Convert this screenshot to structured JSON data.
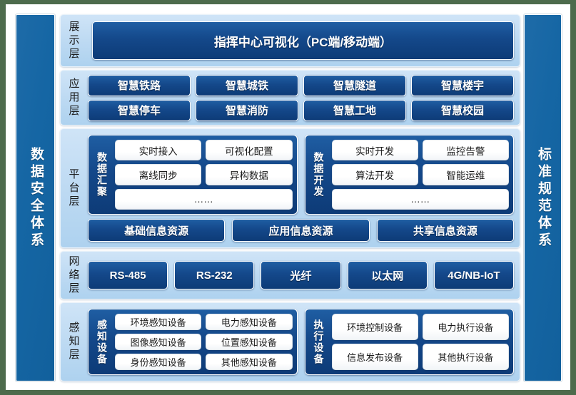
{
  "pillars": {
    "left": "数据安全体系",
    "right": "标准规范体系"
  },
  "layers": {
    "display": {
      "label": "展示层",
      "banner": "指挥中心可视化（PC端/移动端）"
    },
    "application": {
      "label": "应用层",
      "items": [
        "智慧铁路",
        "智慧城铁",
        "智慧隧道",
        "智慧楼宇",
        "智慧停车",
        "智慧消防",
        "智慧工地",
        "智慧校园"
      ]
    },
    "platform": {
      "label": "平台层",
      "groups": [
        {
          "name": "数据汇聚",
          "items": [
            "实时接入",
            "可视化配置",
            "离线同步",
            "异构数据"
          ],
          "more": "……"
        },
        {
          "name": "数据开发",
          "items": [
            "实时开发",
            "监控告警",
            "算法开发",
            "智能运维"
          ],
          "more": "……"
        }
      ],
      "resources": [
        "基础信息资源",
        "应用信息资源",
        "共享信息资源"
      ]
    },
    "network": {
      "label": "网络层",
      "items": [
        "RS-485",
        "RS-232",
        "光纤",
        "以太网",
        "4G/NB-IoT"
      ]
    },
    "perception": {
      "label": "感知层",
      "groups": [
        {
          "name": "感知设备",
          "items": [
            "环境感知设备",
            "电力感知设备",
            "图像感知设备",
            "位置感知设备",
            "身份感知设备",
            "其他感知设备"
          ]
        },
        {
          "name": "执行设备",
          "items": [
            "环境控制设备",
            "电力执行设备",
            "信息发布设备",
            "其他执行设备"
          ]
        }
      ]
    }
  },
  "colors": {
    "chip_dark": "#14488a",
    "panel_light": "#bcd9f2",
    "pillar_blue": "#1566a4",
    "page_bg": "#ffffff",
    "canvas_bg": "#4d6b4c"
  }
}
